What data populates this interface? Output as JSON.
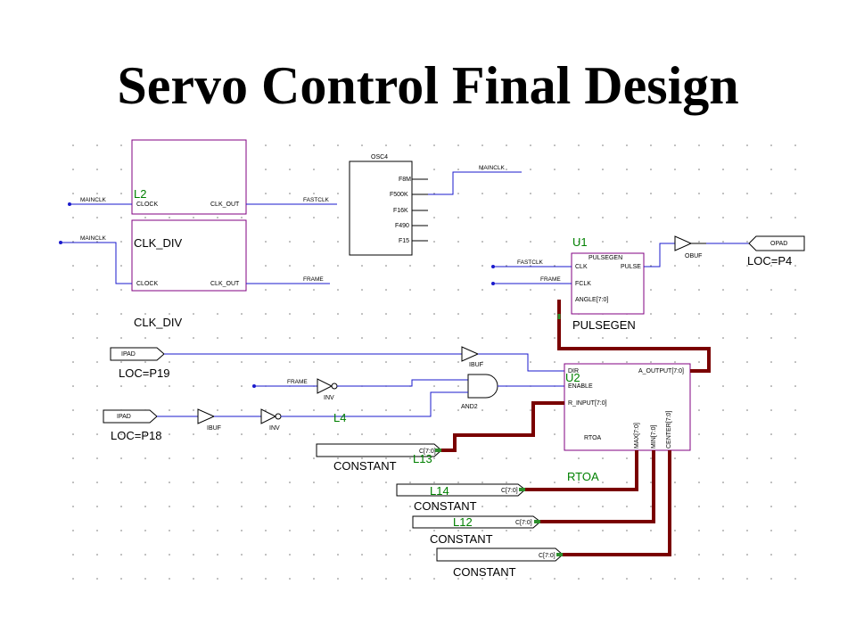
{
  "title": "Servo Control Final Design",
  "components": {
    "clkdiv1": {
      "inst": "L2",
      "type": "CLK_DIV",
      "pin_in": "CLOCK",
      "pin_out": "CLK_OUT"
    },
    "clkdiv2": {
      "type": "CLK_DIV",
      "type_bottom": "CLK_DIV",
      "pin_in": "CLOCK",
      "pin_out": "CLK_OUT"
    },
    "osc": {
      "type": "OSC4",
      "pins": [
        "F8M",
        "F500K",
        "F16K",
        "F490",
        "F15"
      ]
    },
    "pulsegen": {
      "inst": "U1",
      "type": "PULSEGEN",
      "header": "PULSEGEN",
      "pin_clk": "CLK",
      "pin_fclk": "FCLK",
      "pin_angle": "ANGLE[7:0]",
      "pin_pulse": "PULSE"
    },
    "obuf": {
      "label": "OBUF"
    },
    "opad": {
      "label": "OPAD",
      "loc": "LOC=P4"
    },
    "ipad1": {
      "label": "IPAD",
      "loc": "LOC=P19"
    },
    "ipad2": {
      "label": "IPAD",
      "loc": "LOC=P18"
    },
    "ibuf1": {
      "label": "IBUF"
    },
    "ibuf2": {
      "label": "IBUF"
    },
    "inv1": {
      "label": "INV"
    },
    "inv2": {
      "label": "INV"
    },
    "and2": {
      "label": "AND2"
    },
    "rtoa": {
      "inst": "U2",
      "type": "RTOA",
      "type_bottom": "RTOA",
      "pin_dir": "DIR",
      "pin_enable": "ENABLE",
      "pin_rinput": "R_INPUT[7:0]",
      "pin_aoutput": "A_OUTPUT[7:0]",
      "pin_max": "MAX[7:0]",
      "pin_min": "MIN[7:0]",
      "pin_center": "CENTER[7:0]"
    },
    "const1": {
      "inst": "L13",
      "type": "CONSTANT",
      "pin": "C[7:0]"
    },
    "const2": {
      "inst": "L14",
      "type": "CONSTANT",
      "pin": "C[7:0]"
    },
    "const3": {
      "inst": "L12",
      "type": "CONSTANT",
      "pin": "C[7:0]"
    },
    "const4": {
      "type": "CONSTANT",
      "pin": "C[7:0]"
    }
  },
  "nets": {
    "mainclk1": "MAINCLK",
    "mainclk2": "MAINCLK",
    "mainclk_osc": "MAINCLK",
    "fastclk_out": "FASTCLK",
    "frame_out": "FRAME",
    "fastclk_in": "FASTCLK",
    "frame_in": "FRAME",
    "frame_inv": "FRAME",
    "l4": "L4"
  },
  "colors": {
    "wire": "#1a1acc",
    "bus": "#7a0000",
    "symbol": "#800080",
    "instance": "#008000"
  }
}
